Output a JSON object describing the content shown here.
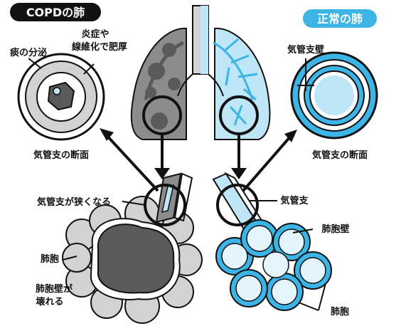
{
  "headers": {
    "copd": "COPDの肺",
    "normal": "正常の肺"
  },
  "labels": {
    "sputum": "痰の分泌",
    "inflammation_line1": "炎症や",
    "inflammation_line2": "線維化で肥厚",
    "bronchus_section_left": "気管支の断面",
    "bronchial_wall": "気管支壁",
    "bronchus_section_right": "気管支の断面",
    "bronchus_narrowing": "気管支が狭くなる",
    "bronchus": "気管支",
    "alveolar_wall": "肺胞壁",
    "alveolus_left": "肺胞",
    "alveolar_broken_line1": "肺胞壁が",
    "alveolar_broken_line2": "壊れる",
    "alveolus_right": "肺胞"
  },
  "colors": {
    "copd_gray": "#8c8c8c",
    "copd_dark": "#5a5a5a",
    "copd_light": "#d2d2d2",
    "normal_blue": "#3cb4e6",
    "normal_light": "#bfe6f7",
    "normal_pale": "#e3f4fb",
    "outline": "#111111"
  }
}
